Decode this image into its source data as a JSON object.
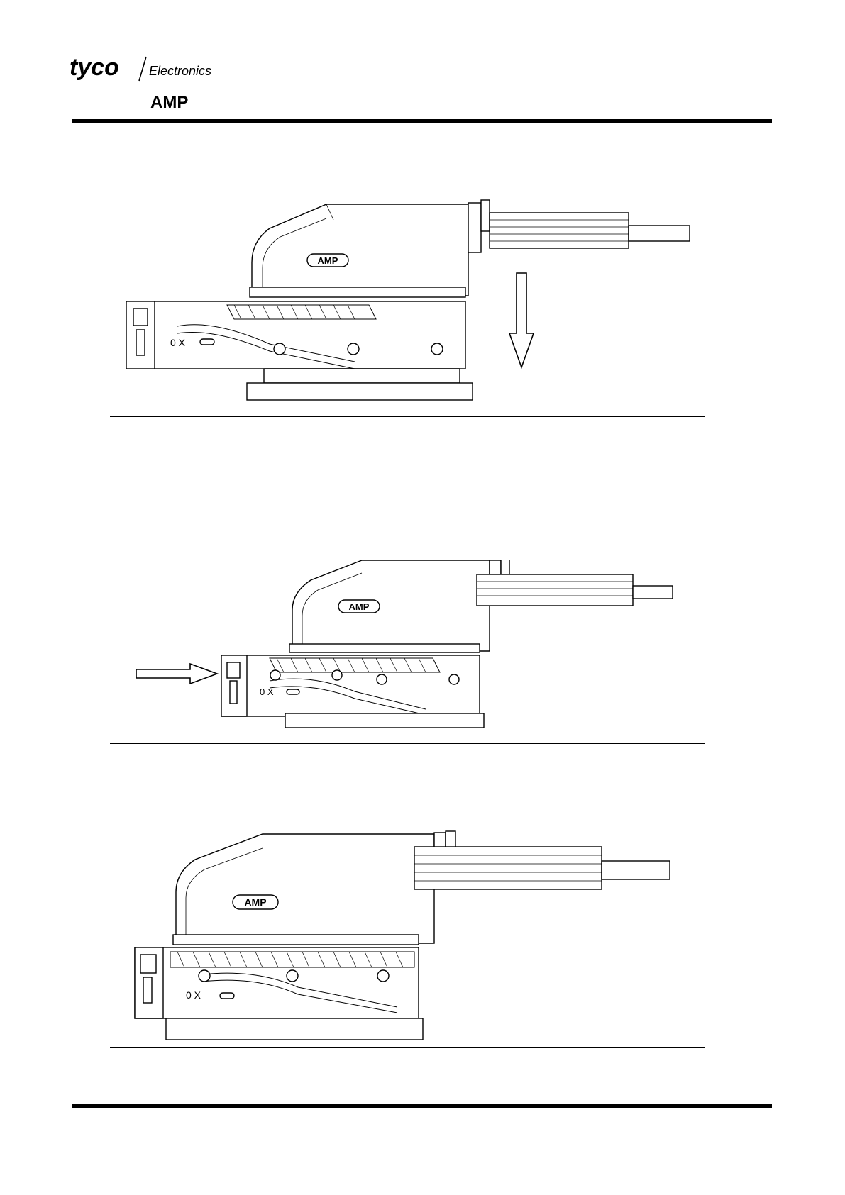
{
  "header": {
    "brand_tyco": "tyco",
    "brand_division": "Electronics",
    "brand_amp": "AMP"
  },
  "figures": [
    {
      "id": "fig-1",
      "arrow": "down",
      "logo_text": "AMP",
      "marking": "0 X"
    },
    {
      "id": "fig-2",
      "arrow": "right",
      "logo_text": "AMP",
      "marking": "0 X"
    },
    {
      "id": "fig-3",
      "arrow": "none",
      "logo_text": "AMP",
      "marking": "0 X"
    }
  ],
  "colors": {
    "ink": "#000000",
    "paper": "#ffffff"
  }
}
